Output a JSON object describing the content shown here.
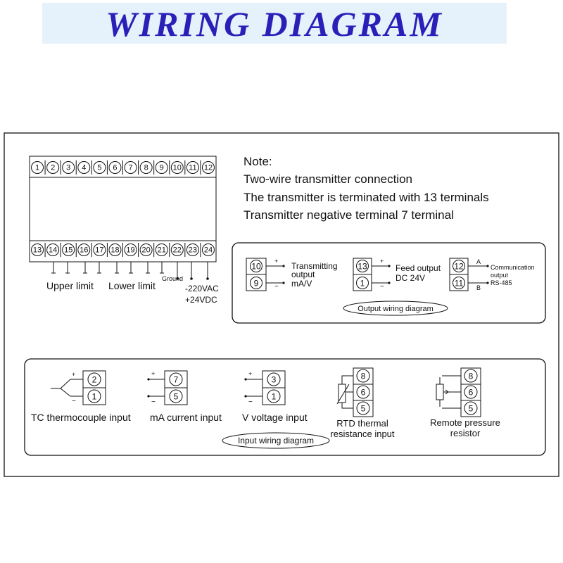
{
  "title": "WIRING DIAGRAM",
  "colors": {
    "title": "#2a20b8",
    "title_band": "#e6f2fb",
    "line": "#111111"
  },
  "terminals_top": [
    "1",
    "2",
    "3",
    "4",
    "5",
    "6",
    "7",
    "8",
    "9",
    "10",
    "11",
    "12"
  ],
  "terminals_bottom": [
    "13",
    "14",
    "15",
    "16",
    "17",
    "18",
    "19",
    "20",
    "21",
    "22",
    "23",
    "24"
  ],
  "bottom_labels": {
    "upper_limit": "Upper limit",
    "lower_limit": "Lower limit",
    "ground": "Ground",
    "power_ac": "-220VAC",
    "power_dc": "+24VDC"
  },
  "note": {
    "heading": "Note:",
    "lines": [
      "Two-wire transmitter connection",
      "The transmitter is terminated with 13 terminals",
      "Transmitter negative terminal 7 terminal"
    ]
  },
  "output_section": {
    "caption": "Output wiring diagram",
    "transmitting": {
      "terminals": [
        "10",
        "9"
      ],
      "label": [
        "Transmitting",
        "output",
        "mA/V"
      ],
      "plus": "+",
      "minus": "−"
    },
    "feed": {
      "terminals": [
        "13",
        "1"
      ],
      "label": [
        "Feed output",
        "DC 24V"
      ],
      "plus": "+",
      "minus": "−"
    },
    "communication": {
      "terminals": [
        "12",
        "11"
      ],
      "label": [
        "Communication",
        "output",
        "RS-485"
      ],
      "a": "A",
      "b": "B"
    }
  },
  "input_section": {
    "caption": "Input wiring diagram",
    "tc": {
      "terminals": [
        "2",
        "1"
      ],
      "label": [
        "TC thermocouple input"
      ],
      "plus": "+",
      "minus": "−"
    },
    "ma": {
      "terminals": [
        "7",
        "5"
      ],
      "label": [
        "mA current input"
      ],
      "plus": "+",
      "minus": "−"
    },
    "v": {
      "terminals": [
        "3",
        "1"
      ],
      "label": [
        "V voltage input"
      ],
      "plus": "+",
      "minus": "−"
    },
    "rtd": {
      "terminals": [
        "8",
        "6",
        "5"
      ],
      "label": [
        "RTD thermal",
        "resistance input"
      ]
    },
    "remote": {
      "terminals": [
        "8",
        "6",
        "5"
      ],
      "label": [
        "Remote pressure",
        "resistor"
      ]
    }
  }
}
